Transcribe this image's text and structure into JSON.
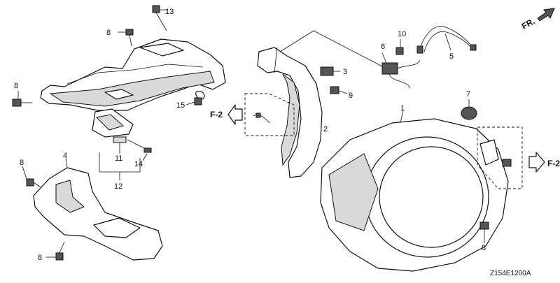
{
  "diagram_code": "Z154E1200A",
  "front_indicator": "FR.",
  "callouts": {
    "c1": "1",
    "c2": "2",
    "c3": "3",
    "c4": "4",
    "c5": "5",
    "c6": "6",
    "c7": "7",
    "c8a": "8",
    "c8b": "8",
    "c8c": "8",
    "c8d": "8",
    "c8e": "8",
    "c9": "9",
    "c10": "10",
    "c11": "11",
    "c12": "12",
    "c13": "13",
    "c14": "14",
    "c15": "15"
  },
  "figure_refs": {
    "left": "F-2",
    "right": "F-2"
  }
}
